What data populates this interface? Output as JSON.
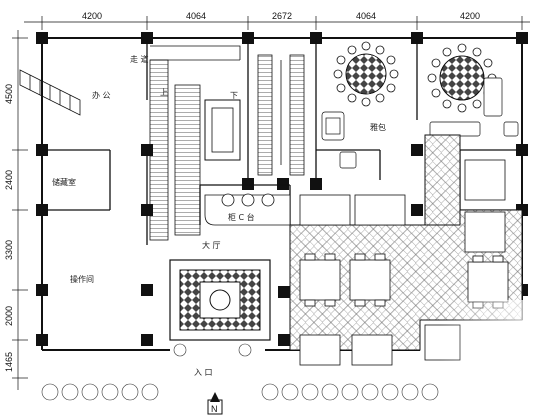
{
  "plan": {
    "dims_top": [
      "4200",
      "4064",
      "2672",
      "4064",
      "4200"
    ],
    "dims_left": [
      "4500",
      "2400",
      "3300",
      "2000",
      "1465"
    ],
    "room_labels": {
      "private_room": "雅包",
      "counter_label": "柜 C 台",
      "table_zone": "大 厅",
      "stair_up": "上",
      "stair_down": "下",
      "storage": "储藏室",
      "kitchen": "操作间",
      "office": "办 公",
      "corridor": "走 道",
      "entrance": "入 口"
    },
    "north_marker": "N"
  },
  "colors": {
    "line": "#111111",
    "hatch": "#777777",
    "fill_dark": "#1a1a1a"
  }
}
